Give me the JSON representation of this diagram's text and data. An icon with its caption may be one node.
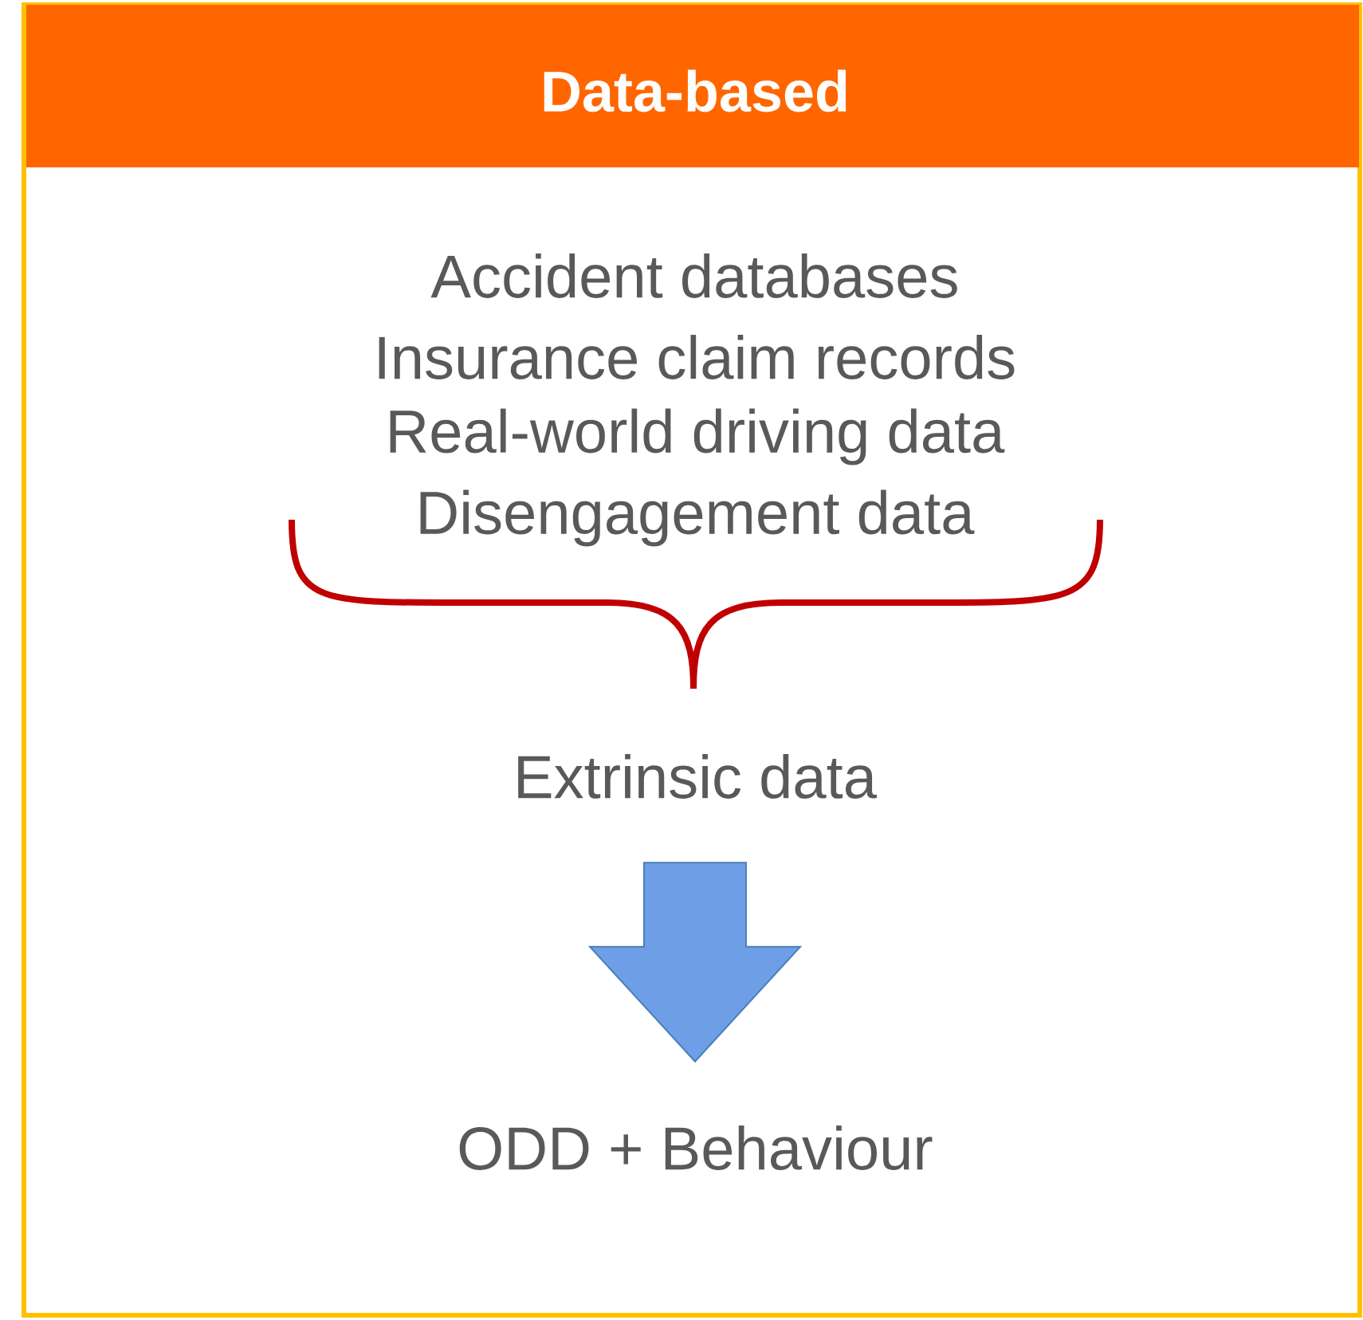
{
  "diagram": {
    "nodes": [
      {
        "text": [
          "Data-based"
        ]
      },
      {
        "text": [
          "Extrinsic data"
        ],
        "in": 0
      },
      {
        "text": [
          "ODD + Behaviour"
        ],
        "in": 0
      }
    ],
    "edges": [
      {
        "from": 1,
        "to": 2,
        "arrow": "to",
        "style": "thick"
      }
    ],
    "labels": [
      "Accident databases",
      "Insurance claim records",
      "Real-world driving data",
      "Disengagement data"
    ]
  }
}
